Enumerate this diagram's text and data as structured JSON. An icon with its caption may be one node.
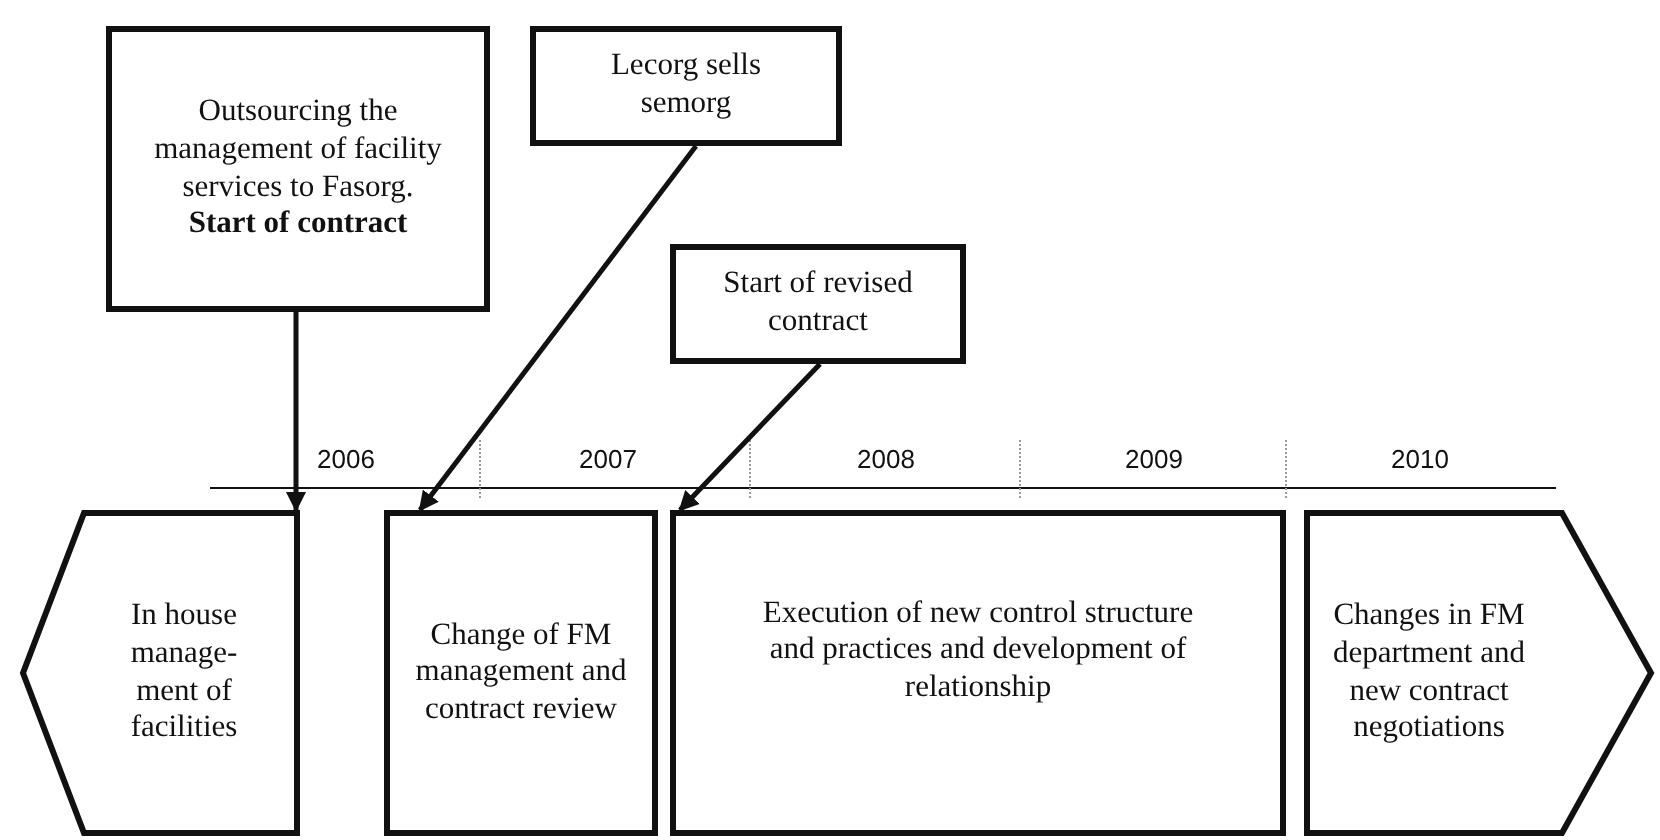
{
  "diagram": {
    "nodes": [
      {
        "text": [
          "Outsourcing the management of facility services to Fasorg.",
          "Start of contract"
        ]
      },
      {
        "text": [
          "Lecorg sells semorg"
        ]
      },
      {
        "text": [
          "Start of revised contract"
        ]
      },
      {
        "text": [
          "In house manage- ment of facilities"
        ]
      },
      {
        "text": [
          "Change of FM management and contract review"
        ]
      },
      {
        "text": [
          "Execution of new control structure and practices and development of relationship"
        ]
      },
      {
        "text": [
          "Changes in FM department and new contract negotiations"
        ]
      }
    ],
    "edges": [
      {
        "from": 0,
        "to": 3,
        "arrow": "to"
      },
      {
        "from": 1,
        "to": 4,
        "arrow": "to"
      },
      {
        "from": 2,
        "to": 5,
        "arrow": "to"
      }
    ],
    "labels": [
      "2006",
      "2007",
      "2008",
      "2009",
      "2010"
    ]
  }
}
